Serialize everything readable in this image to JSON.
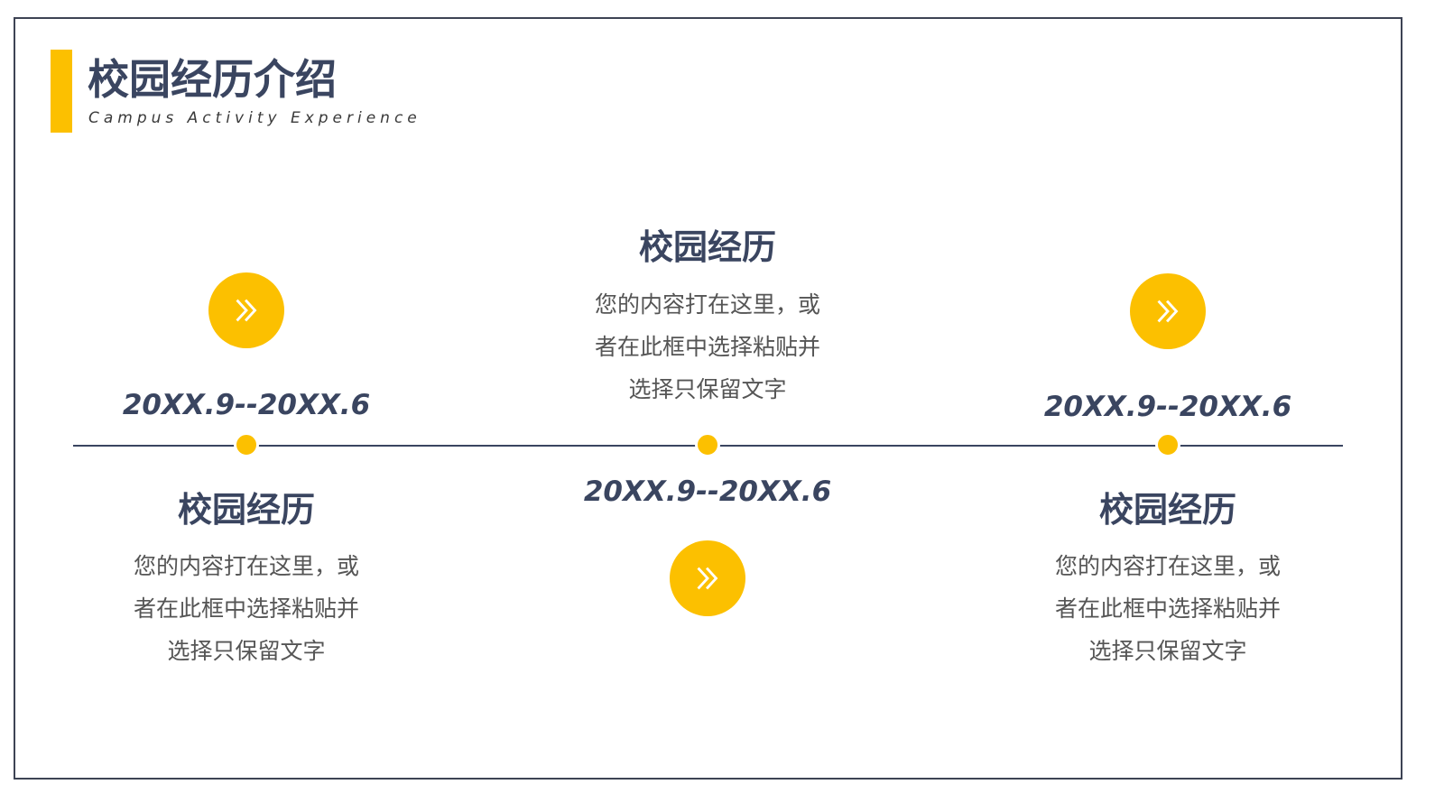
{
  "header": {
    "title": "校园经历介绍",
    "subtitle": "Campus Activity Experience"
  },
  "colors": {
    "accent": "#fcc000",
    "primary_text": "#3a4560",
    "body_text": "#555555",
    "frame": "#3d4354"
  },
  "timeline": {
    "items": [
      {
        "date": "20XX.9--20XX.6",
        "title": "校园经历",
        "body_lines": [
          "您的内容打在这里，或",
          "者在此框中选择粘贴并",
          "选择只保留文字"
        ],
        "icon": "double-chevron-right-icon"
      },
      {
        "date": "20XX.9--20XX.6",
        "title": "校园经历",
        "body_lines": [
          "您的内容打在这里，或",
          "者在此框中选择粘贴并",
          "选择只保留文字"
        ],
        "icon": "double-chevron-right-icon"
      },
      {
        "date": "20XX.9--20XX.6",
        "title": "校园经历",
        "body_lines": [
          "您的内容打在这里，或",
          "者在此框中选择粘贴并",
          "选择只保留文字"
        ],
        "icon": "double-chevron-right-icon"
      }
    ]
  }
}
